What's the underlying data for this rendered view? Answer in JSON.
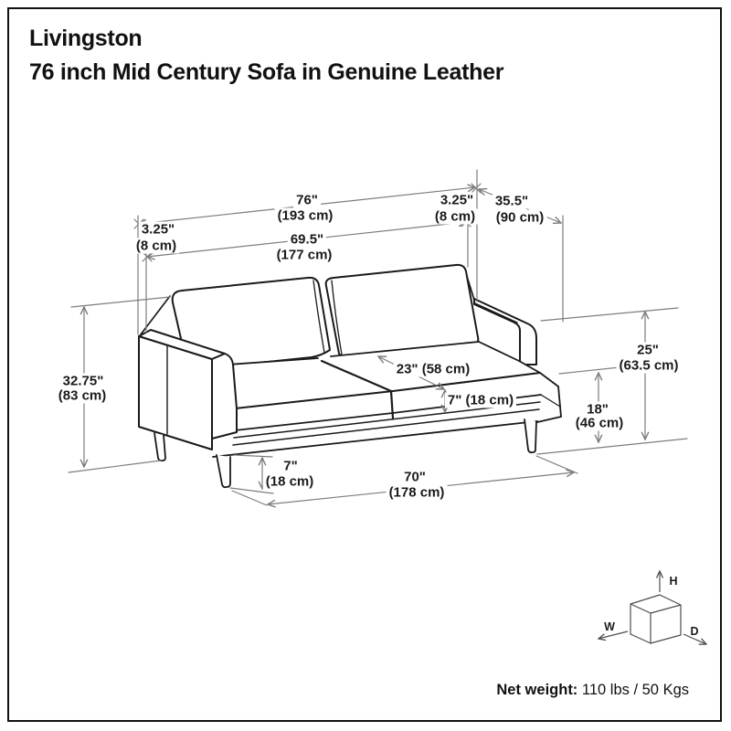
{
  "title": {
    "product": "Livingston",
    "subtitle": "76 inch Mid Century Sofa in Genuine Leather"
  },
  "dimensions": {
    "overall_width": {
      "in": "76\"",
      "cm": "(193 cm)"
    },
    "right_arm_width": {
      "in": "3.25\"",
      "cm": "(8 cm)"
    },
    "overall_depth": {
      "in": "35.5\"",
      "cm": "(90 cm)"
    },
    "left_arm_width": {
      "in": "3.25\"",
      "cm": "(8 cm)"
    },
    "interior_width": {
      "in": "69.5\"",
      "cm": "(177 cm)"
    },
    "overall_height": {
      "in": "32.75\"",
      "cm": "(83 cm)"
    },
    "seat_depth": {
      "label": "23\" (58 cm)"
    },
    "seat_cushion_thickness": {
      "label": "7\" (18 cm)"
    },
    "arm_height": {
      "in": "25\"",
      "cm": "(63.5 cm)"
    },
    "seat_height": {
      "in": "18\"",
      "cm": "(46 cm)"
    },
    "leg_height": {
      "in": "7\"",
      "cm": "(18 cm)"
    },
    "front_rail_width": {
      "in": "70\"",
      "cm": "(178 cm)"
    }
  },
  "axis_cube": {
    "width_label": "W",
    "height_label": "H",
    "depth_label": "D"
  },
  "footer": {
    "net_weight_label": "Net weight:",
    "net_weight_value": " 110 lbs / 50 Kgs"
  },
  "colors": {
    "sofa_line": "#1a1a1a",
    "dimension_line": "#7d7d7d",
    "text": "#1a1a1a",
    "background": "#ffffff"
  }
}
